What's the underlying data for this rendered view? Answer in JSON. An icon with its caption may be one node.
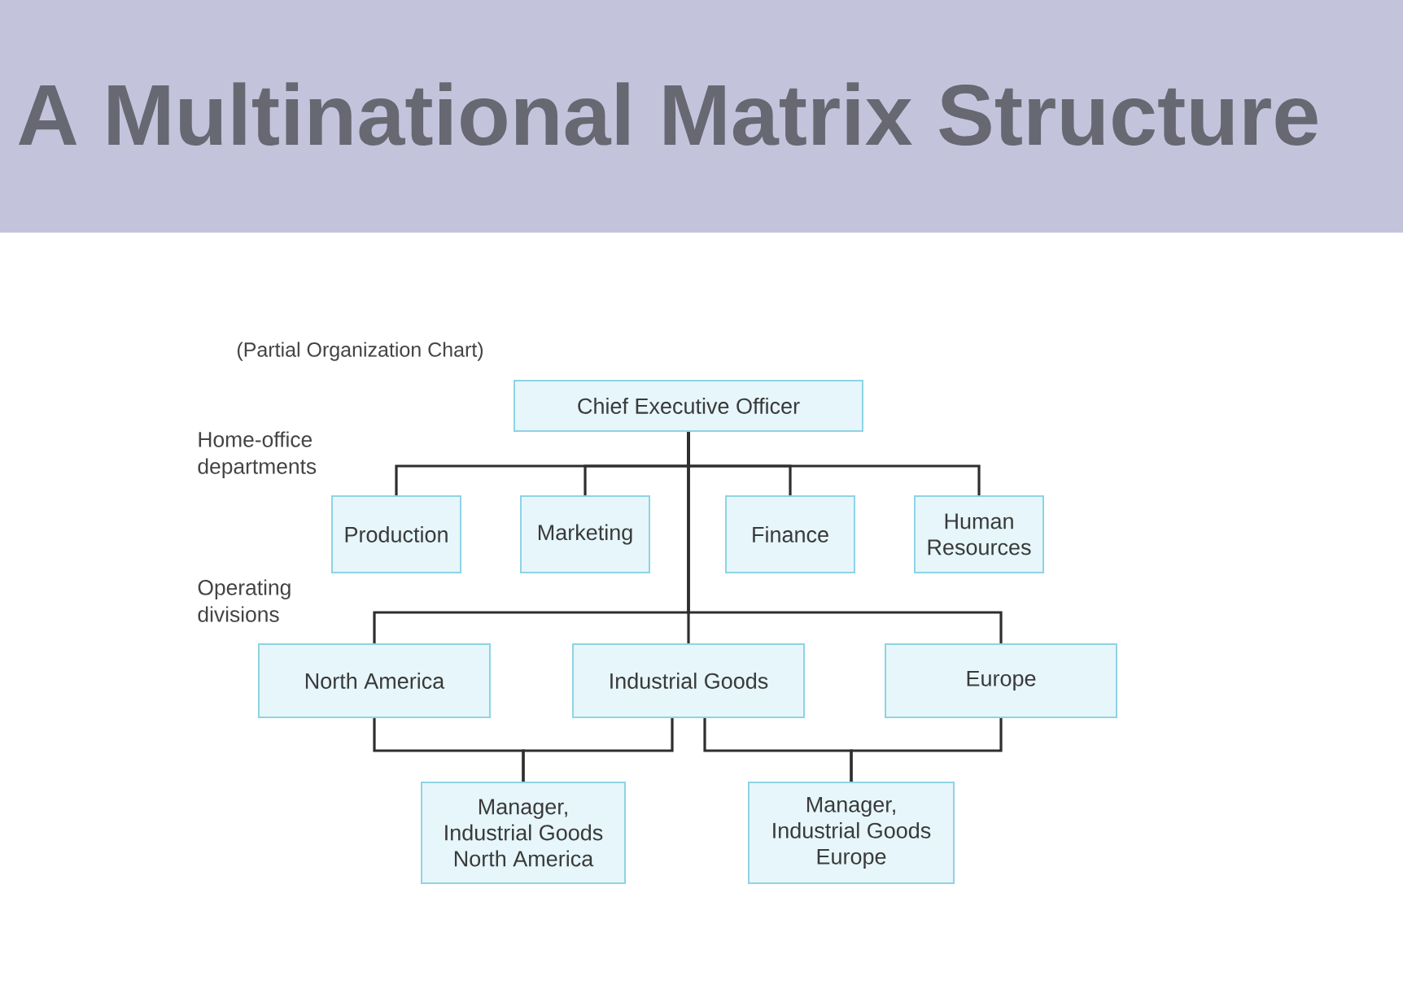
{
  "diagram": {
    "title": "A Multinational Matrix Structure",
    "nodes": [
      {
        "text": [
          "Chief Executive Officer"
        ]
      },
      {
        "text": [
          "Production"
        ]
      },
      {
        "text": [
          "Marketing"
        ]
      },
      {
        "text": [
          "Finance"
        ]
      },
      {
        "text": [
          "Human Resources"
        ]
      },
      {
        "text": [
          "North America"
        ]
      },
      {
        "text": [
          "Industrial Goods"
        ]
      },
      {
        "text": [
          "Europe"
        ]
      },
      {
        "text": [
          "Manager, Industrial Goods North America"
        ]
      },
      {
        "text": [
          "Manager, Industrial Goods Europe"
        ]
      }
    ],
    "edges": [
      {
        "from": 0,
        "to": 1,
        "arrow": "none"
      },
      {
        "from": 0,
        "to": 2,
        "arrow": "none"
      },
      {
        "from": 0,
        "to": 3,
        "arrow": "none"
      },
      {
        "from": 0,
        "to": 4,
        "arrow": "none"
      },
      {
        "from": 0,
        "to": 5,
        "arrow": "none"
      },
      {
        "from": 0,
        "to": 6,
        "arrow": "none"
      },
      {
        "from": 0,
        "to": 7,
        "arrow": "none"
      },
      {
        "from": 5,
        "to": 8,
        "arrow": "none"
      },
      {
        "from": 6,
        "to": 8,
        "arrow": "none"
      },
      {
        "from": 6,
        "to": 9,
        "arrow": "none"
      },
      {
        "from": 7,
        "to": 9,
        "arrow": "none"
      }
    ],
    "labels": [
      "(Partial Organization Chart)",
      "Home-office departments",
      "Operating divisions"
    ]
  }
}
